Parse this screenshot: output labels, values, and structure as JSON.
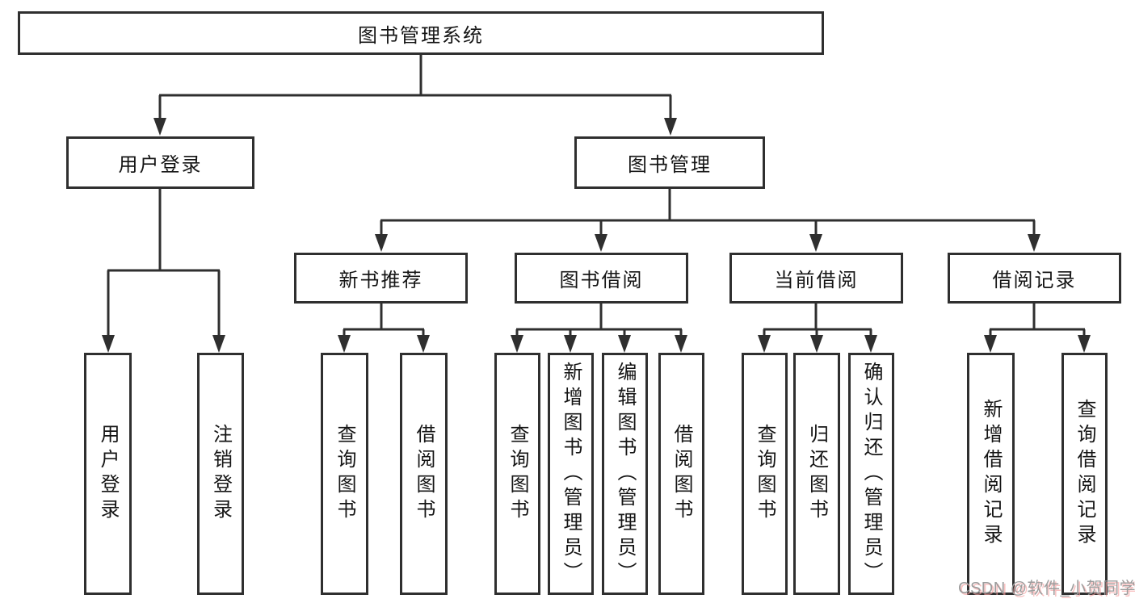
{
  "diagram": {
    "root": {
      "label": "图书管理系统"
    },
    "login": {
      "label": "用户登录",
      "children": [
        {
          "label": "用户登录"
        },
        {
          "label": "注销登录"
        }
      ]
    },
    "management": {
      "label": "图书管理",
      "groups": [
        {
          "label": "新书推荐",
          "children": [
            {
              "label": "查询图书"
            },
            {
              "label": "借阅图书"
            }
          ]
        },
        {
          "label": "图书借阅",
          "children": [
            {
              "label": "查询图书"
            },
            {
              "label": "新增图书（管理员）"
            },
            {
              "label": "编辑图书（管理员）"
            },
            {
              "label": "借阅图书"
            }
          ]
        },
        {
          "label": "当前借阅",
          "children": [
            {
              "label": "查询图书"
            },
            {
              "label": "归还图书"
            },
            {
              "label": "确认归还（管理员）"
            }
          ]
        },
        {
          "label": "借阅记录",
          "children": [
            {
              "label": "新增借阅记录"
            },
            {
              "label": "查询借阅记录"
            }
          ]
        }
      ]
    }
  },
  "watermark": {
    "text": "CSDN @软件_小贺同学"
  },
  "colors": {
    "line": "#2f2f2f",
    "box_background": "#ffffff",
    "text": "#151515",
    "watermark_text": "#9c9c9c",
    "watermark_shadow": "#f4a0a0"
  }
}
